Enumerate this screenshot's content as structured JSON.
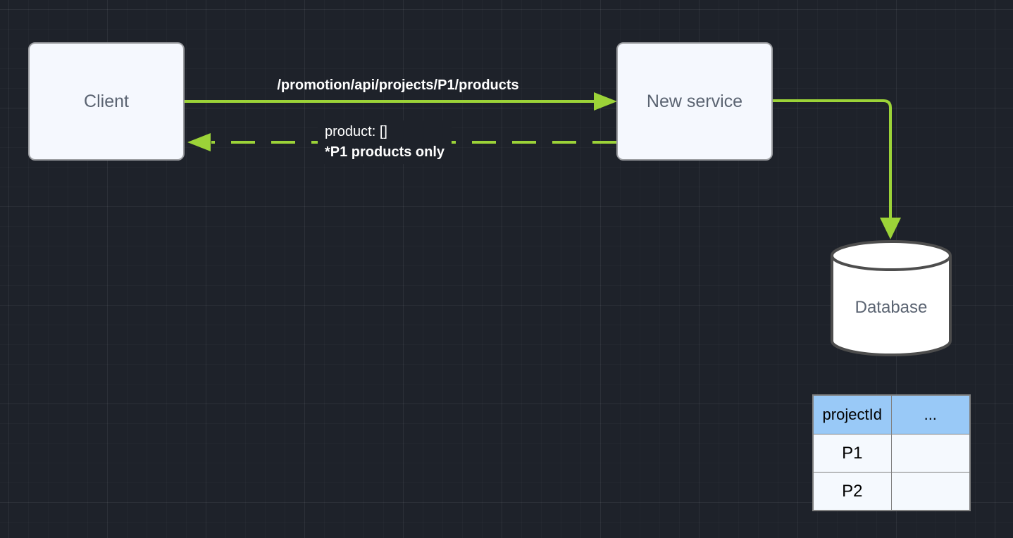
{
  "colors": {
    "background": "#1E222A",
    "accent_green": "#9CD338",
    "node_fill": "#F5F8FE",
    "node_border": "#9B9DA1",
    "node_text": "#5B6472",
    "edge_label_text": "#FFFFFF",
    "cylinder_border": "#4D4D4D",
    "cylinder_fill": "#FFFFFF",
    "table_header_bg": "#99C9F7",
    "table_row_bg": "#F5F9FE"
  },
  "nodes": {
    "client": {
      "label": "Client"
    },
    "new_service": {
      "label": "New service"
    },
    "database": {
      "label": "Database"
    }
  },
  "edges": {
    "request": {
      "label": "/promotion/api/projects/P1/products"
    },
    "response": {
      "line1": "product: []",
      "line2": "*P1 products only"
    }
  },
  "table": {
    "headers": [
      "projectId",
      "..."
    ],
    "rows": [
      [
        "P1",
        ""
      ],
      [
        "P2",
        ""
      ]
    ]
  }
}
